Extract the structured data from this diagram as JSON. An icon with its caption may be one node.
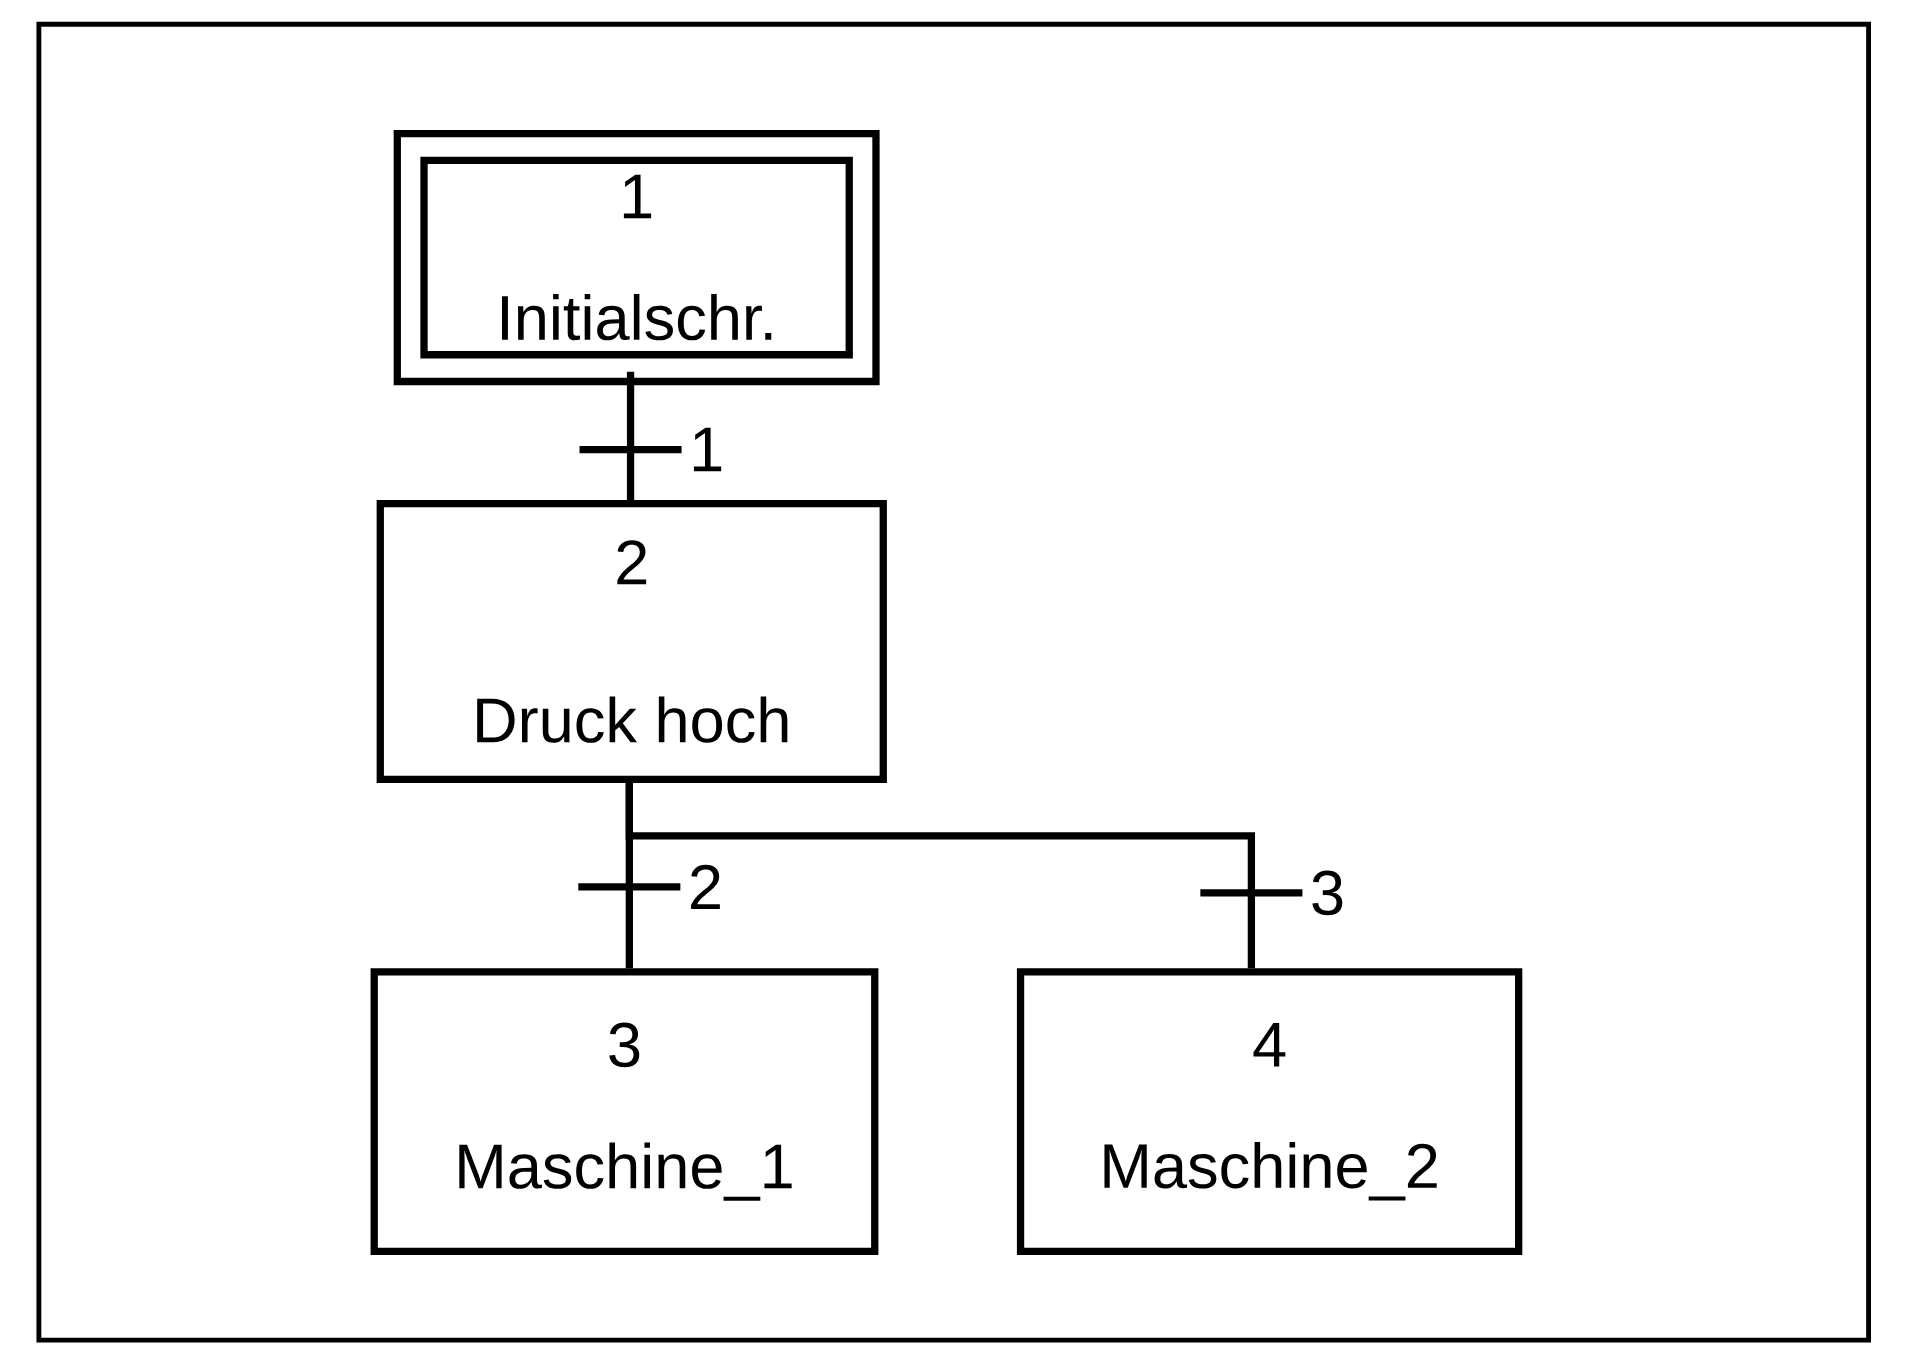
{
  "diagram": {
    "nodes": [
      {
        "text": [
          "1",
          "Initialschr."
        ]
      },
      {
        "text": [
          "2",
          "Druck hoch"
        ]
      },
      {
        "text": [
          "3",
          "Maschine_1"
        ]
      },
      {
        "text": [
          "4",
          "Maschine_2"
        ]
      }
    ],
    "edges": [
      {
        "from": 0,
        "to": 1,
        "arrow": "none",
        "label": "1"
      },
      {
        "from": 1,
        "to": 2,
        "arrow": "none",
        "label": "2"
      },
      {
        "from": 1,
        "to": 3,
        "arrow": "none",
        "label": "3"
      }
    ]
  }
}
